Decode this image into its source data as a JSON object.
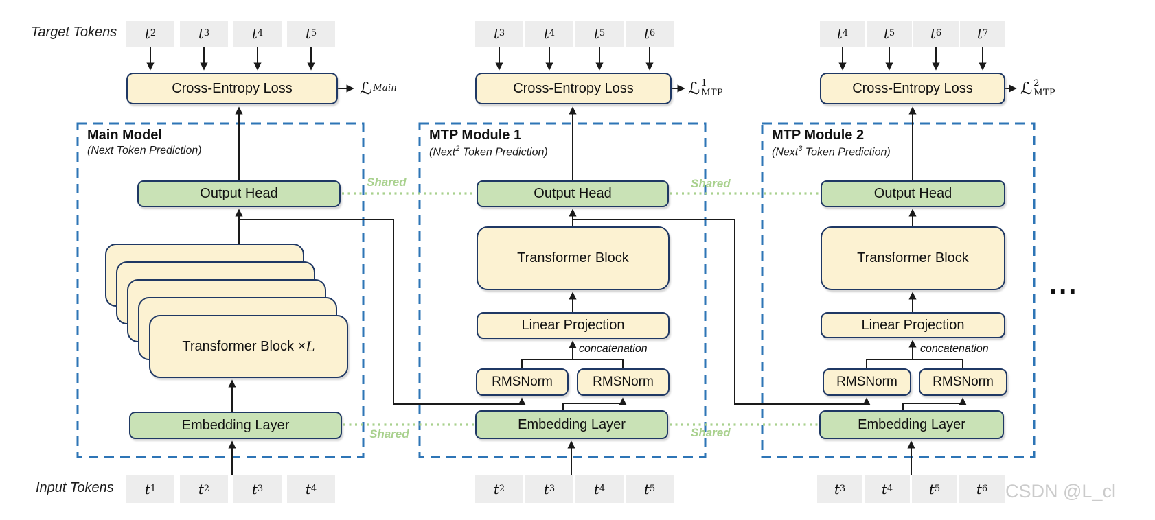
{
  "row_labels": {
    "target": "Target Tokens",
    "input": "Input Tokens"
  },
  "shared_label": "Shared",
  "ellipsis": "...",
  "watermark": "CSDN @L_cl",
  "colors": {
    "block_cream": "#FCF2D2",
    "block_green": "#C9E2B6",
    "block_border_navy": "#1F3864",
    "dashed_box_blue": "#2E75B6",
    "shared_green": "#A9D18E",
    "token_gray": "#EDEDED"
  },
  "modules": [
    {
      "title": "Main Model",
      "subtitle_pre": "(Next",
      "subtitle_sup": "",
      "subtitle_post": " Token Prediction)",
      "cross_entropy": "Cross-Entropy Loss",
      "loss_sym": "ℒ",
      "loss_sup": "",
      "loss_sub": "Main",
      "output_head": "Output Head",
      "transformer_block": "Transformer Block × ",
      "transformer_var": "L",
      "embedding": "Embedding Layer",
      "target_tokens": [
        {
          "base": "t",
          "sub": "2"
        },
        {
          "base": "t",
          "sub": "3"
        },
        {
          "base": "t",
          "sub": "4"
        },
        {
          "base": "t",
          "sub": "5"
        }
      ],
      "input_tokens": [
        {
          "base": "t",
          "sub": "1"
        },
        {
          "base": "t",
          "sub": "2"
        },
        {
          "base": "t",
          "sub": "3"
        },
        {
          "base": "t",
          "sub": "4"
        }
      ]
    },
    {
      "title": "MTP Module 1",
      "subtitle_pre": "(Next",
      "subtitle_sup": "2",
      "subtitle_post": " Token Prediction)",
      "cross_entropy": "Cross-Entropy Loss",
      "loss_sym": "ℒ",
      "loss_sup": "1",
      "loss_sub": "MTP",
      "output_head": "Output Head",
      "transformer_block": "Transformer Block",
      "linear_projection": "Linear Projection",
      "rmsnorm": "RMSNorm",
      "concatenation": "concatenation",
      "embedding": "Embedding Layer",
      "target_tokens": [
        {
          "base": "t",
          "sub": "3"
        },
        {
          "base": "t",
          "sub": "4"
        },
        {
          "base": "t",
          "sub": "5"
        },
        {
          "base": "t",
          "sub": "6"
        }
      ],
      "input_tokens": [
        {
          "base": "t",
          "sub": "2"
        },
        {
          "base": "t",
          "sub": "3"
        },
        {
          "base": "t",
          "sub": "4"
        },
        {
          "base": "t",
          "sub": "5"
        }
      ]
    },
    {
      "title": "MTP Module 2",
      "subtitle_pre": "(Next",
      "subtitle_sup": "3",
      "subtitle_post": " Token Prediction)",
      "cross_entropy": "Cross-Entropy Loss",
      "loss_sym": "ℒ",
      "loss_sup": "2",
      "loss_sub": "MTP",
      "output_head": "Output Head",
      "transformer_block": "Transformer Block",
      "linear_projection": "Linear Projection",
      "rmsnorm": "RMSNorm",
      "concatenation": "concatenation",
      "embedding": "Embedding Layer",
      "target_tokens": [
        {
          "base": "t",
          "sub": "4"
        },
        {
          "base": "t",
          "sub": "5"
        },
        {
          "base": "t",
          "sub": "6"
        },
        {
          "base": "t",
          "sub": "7"
        }
      ],
      "input_tokens": [
        {
          "base": "t",
          "sub": "3"
        },
        {
          "base": "t",
          "sub": "4"
        },
        {
          "base": "t",
          "sub": "5"
        },
        {
          "base": "t",
          "sub": "6"
        }
      ]
    }
  ]
}
